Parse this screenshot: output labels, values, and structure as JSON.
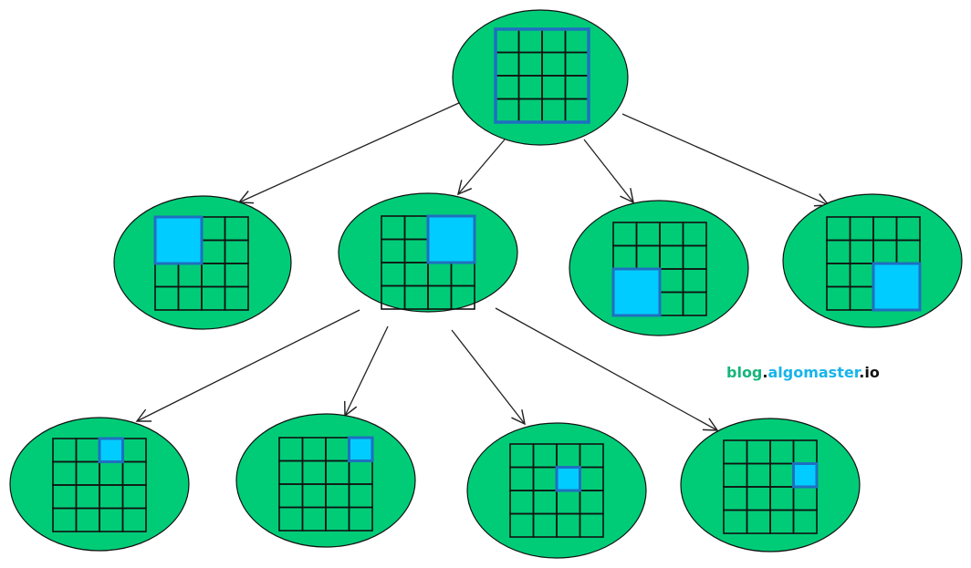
{
  "colors": {
    "node_fill": "#00cc77",
    "node_stroke": "#111111",
    "grid_line": "#111111",
    "highlight_fill": "#00ccff",
    "highlight_stroke": "#1f6fc0",
    "edge": "#222222",
    "watermark_green": "#17b57c",
    "watermark_blue": "#18b4ea",
    "watermark_dark": "#111111"
  },
  "watermark": {
    "part1": "blog",
    "dot1": ".",
    "part2": "algomaster",
    "dot2": ".",
    "part3": "io"
  },
  "tree": {
    "root": {
      "grid": 4,
      "highlight": {
        "row": 0,
        "col": 0,
        "size": 4
      }
    },
    "level1": [
      {
        "grid": 4,
        "highlight": {
          "row": 0,
          "col": 0,
          "size": 2
        }
      },
      {
        "grid": 4,
        "highlight": {
          "row": 0,
          "col": 2,
          "size": 2
        }
      },
      {
        "grid": 4,
        "highlight": {
          "row": 2,
          "col": 0,
          "size": 2
        }
      },
      {
        "grid": 4,
        "highlight": {
          "row": 2,
          "col": 2,
          "size": 2
        }
      }
    ],
    "level2": [
      {
        "grid": 4,
        "highlight": {
          "row": 0,
          "col": 2,
          "size": 1
        }
      },
      {
        "grid": 4,
        "highlight": {
          "row": 0,
          "col": 3,
          "size": 1
        }
      },
      {
        "grid": 4,
        "highlight": {
          "row": 1,
          "col": 2,
          "size": 1
        }
      },
      {
        "grid": 4,
        "highlight": {
          "row": 1,
          "col": 3,
          "size": 1
        }
      }
    ]
  }
}
